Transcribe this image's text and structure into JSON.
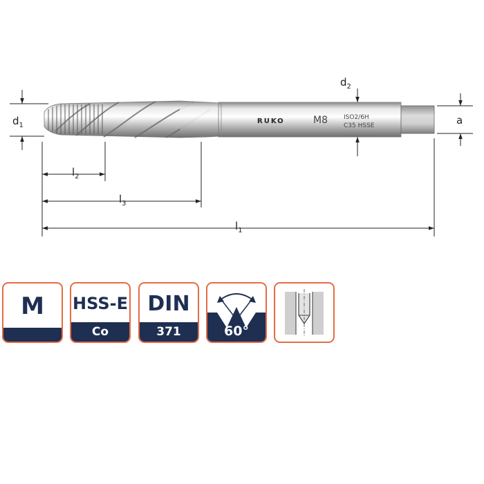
{
  "drawing": {
    "labels": {
      "d1": "d",
      "d1_sub": "1",
      "d2": "d",
      "d2_sub": "2",
      "a": "a",
      "l1": "l",
      "l1_sub": "1",
      "l2": "l",
      "l2_sub": "2",
      "l3": "l",
      "l3_sub": "3"
    },
    "shank_marking": {
      "brand": "RUKO",
      "size": "M8",
      "tolerance": "ISO2/6H",
      "material": "C35 HSSE"
    }
  },
  "badges": {
    "thread": {
      "top": "M"
    },
    "material": {
      "top": "HSS-E",
      "bottom": "Co"
    },
    "standard": {
      "top": "DIN",
      "bottom": "371"
    },
    "angle": {
      "bottom": "60°"
    },
    "hole_icon": "through-hole-icon"
  },
  "colors": {
    "navy": "#1e2f52",
    "badge_border": "#e46b45",
    "steel": "#c9c9c9"
  }
}
